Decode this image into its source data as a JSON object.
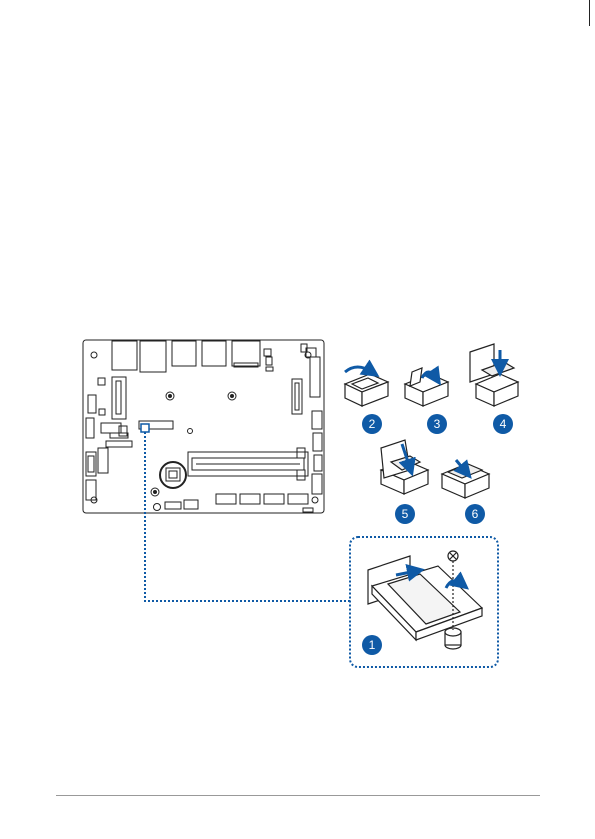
{
  "colors": {
    "accent": "#0f5aa6",
    "line": "#222222",
    "badge_text": "#ffffff"
  },
  "steps": [
    {
      "label": "1"
    },
    {
      "label": "2"
    },
    {
      "label": "3"
    },
    {
      "label": "4"
    },
    {
      "label": "5"
    },
    {
      "label": "6"
    }
  ]
}
